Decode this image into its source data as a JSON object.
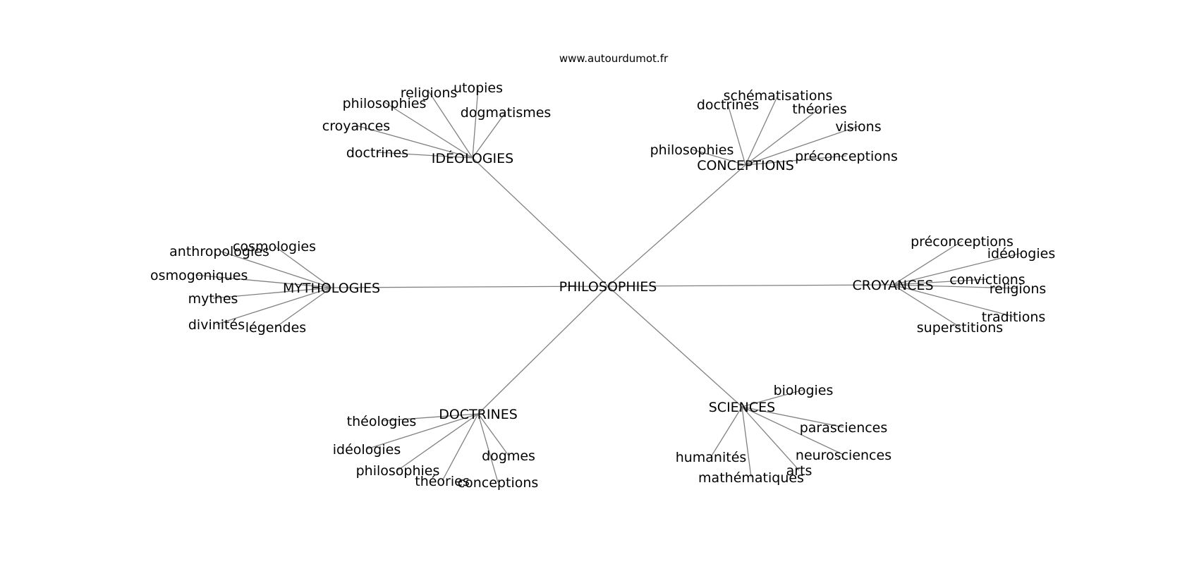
{
  "site": "www.autourdumot.fr",
  "graph": {
    "center": "PHILOSOPHIES",
    "clusters": [
      {
        "hub": "IDÉOLOGIES",
        "leaves": [
          "utopies",
          "religions",
          "philosophies",
          "dogmatismes",
          "croyances",
          "doctrines"
        ]
      },
      {
        "hub": "CONCEPTIONS",
        "leaves": [
          "schématisations",
          "doctrines",
          "théories",
          "visions",
          "philosophies",
          "préconceptions"
        ]
      },
      {
        "hub": "MYTHOLOGIES",
        "leaves": [
          "cosmologies",
          "anthropologies",
          "cosmogoniques",
          "mythes",
          "divinités",
          "légendes"
        ]
      },
      {
        "hub": "CROYANCES",
        "leaves": [
          "préconceptions",
          "idéologies",
          "convictions",
          "religions",
          "traditions",
          "superstitions"
        ]
      },
      {
        "hub": "DOCTRINES",
        "leaves": [
          "théologies",
          "idéologies",
          "philosophies",
          "dogmes",
          "théories",
          "conceptions"
        ]
      },
      {
        "hub": "SCIENCES",
        "leaves": [
          "biologies",
          "parasciences",
          "neurosciences",
          "humanités",
          "arts",
          "mathématiques"
        ]
      }
    ]
  }
}
